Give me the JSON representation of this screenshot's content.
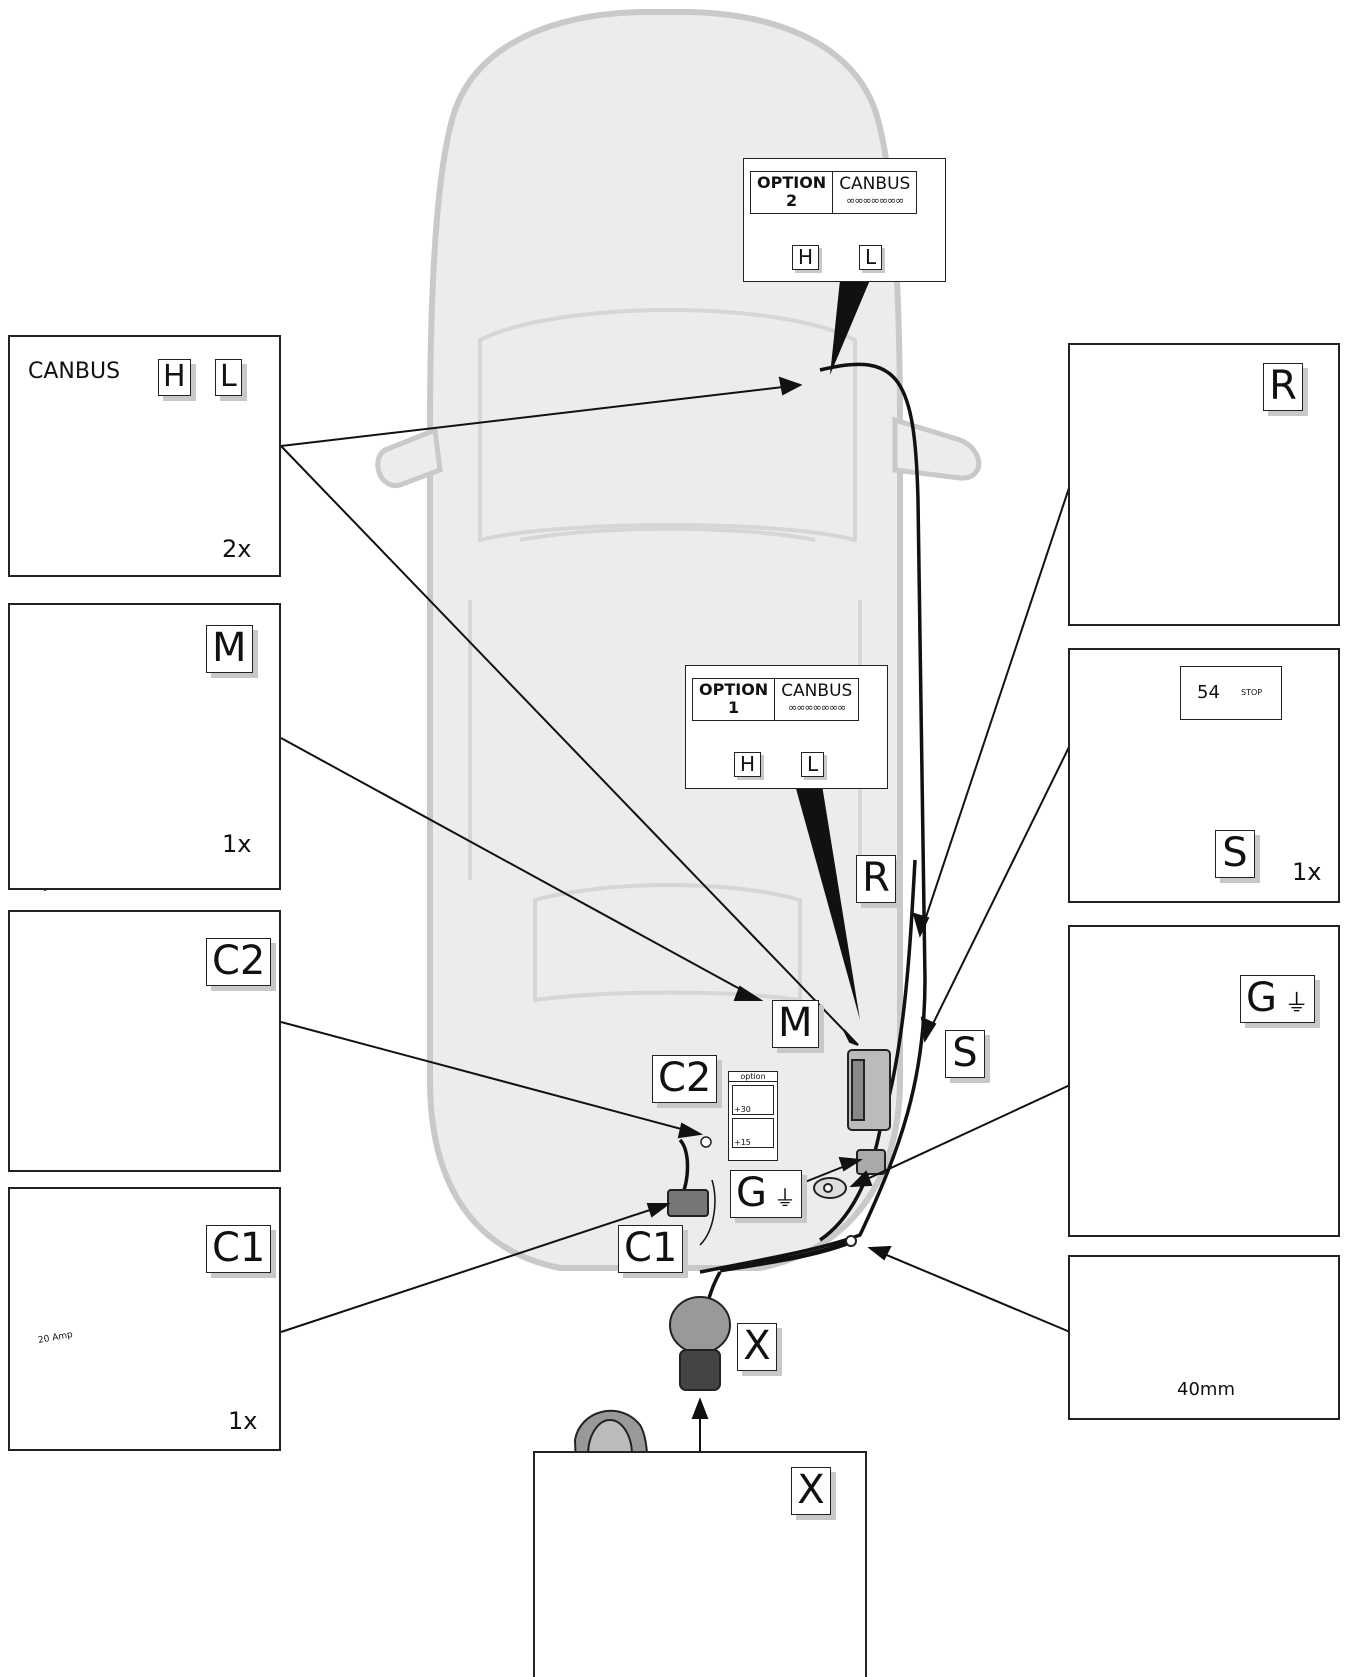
{
  "canbus_panel": {
    "label": "CANBUS",
    "tag_h": "H",
    "tag_l": "L",
    "qty": "2x"
  },
  "m_panel": {
    "tag": "M",
    "qty": "1x"
  },
  "c2_panel": {
    "tag": "C2"
  },
  "c1_panel": {
    "tag": "C1",
    "fuse_text": "20 Amp",
    "qty": "1x"
  },
  "r_panel": {
    "tag": "R"
  },
  "s_panel": {
    "tag": "S",
    "qty": "1x",
    "badge_number": "54",
    "badge_sign": "STOP"
  },
  "g_panel": {
    "tag": "G"
  },
  "grommet_panel": {
    "size": "40mm"
  },
  "x_panel": {
    "tag": "X"
  },
  "option2": {
    "title": "OPTION",
    "number": "2",
    "bus": "CANBUS",
    "tag_h": "H",
    "tag_l": "L"
  },
  "option1": {
    "title": "OPTION",
    "number": "1",
    "bus": "CANBUS",
    "tag_h": "H",
    "tag_l": "L"
  },
  "car_labels": {
    "r": "R",
    "m": "M",
    "s": "S",
    "c2": "C2",
    "g": "G",
    "c1": "C1",
    "x": "X"
  },
  "option_mini": {
    "title": "option",
    "plus30": "+30",
    "plus15": "+15"
  }
}
